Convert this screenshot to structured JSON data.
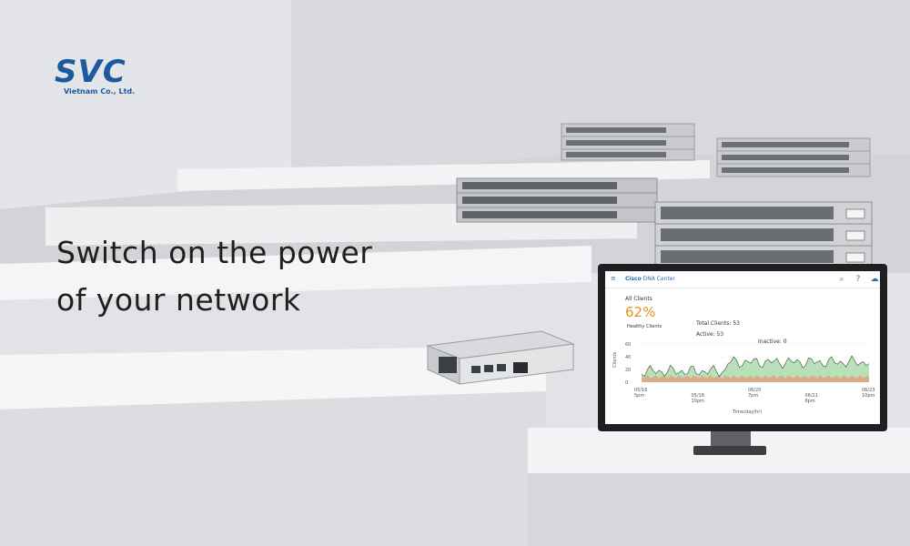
{
  "brand": {
    "logo_text": "SVC",
    "logo_subtitle": "Vietnam Co., Ltd.",
    "color": "#1c5aa0"
  },
  "headline": {
    "line1": "Switch on the power",
    "line2": "of your network"
  },
  "dashboard": {
    "app_title_brand": "Cisco",
    "app_title_name": "DNA Center",
    "section_label": "All Clients",
    "percent": "62%",
    "percent_caption": "Healthy Clients",
    "total_clients": "Total Clients: 53",
    "active": "Active: 53",
    "inactive": "Inactive: 0",
    "y_axis_label": "Clients",
    "y_ticks": [
      "60",
      "40",
      "20",
      "0"
    ],
    "x_ticks": [
      {
        "date": "05/16",
        "time": "5pm"
      },
      {
        "date": "05/18",
        "time": "10pm"
      },
      {
        "date": "06/20",
        "time": "7pm"
      },
      {
        "date": "06/21",
        "time": "8pm"
      },
      {
        "date": "06/23",
        "time": "10pm"
      }
    ],
    "x_axis_label": "Time(day/hr)",
    "accent_color": "#e5931f",
    "healthy_color": "#7fc97f",
    "poor_color": "#f08a6b"
  }
}
